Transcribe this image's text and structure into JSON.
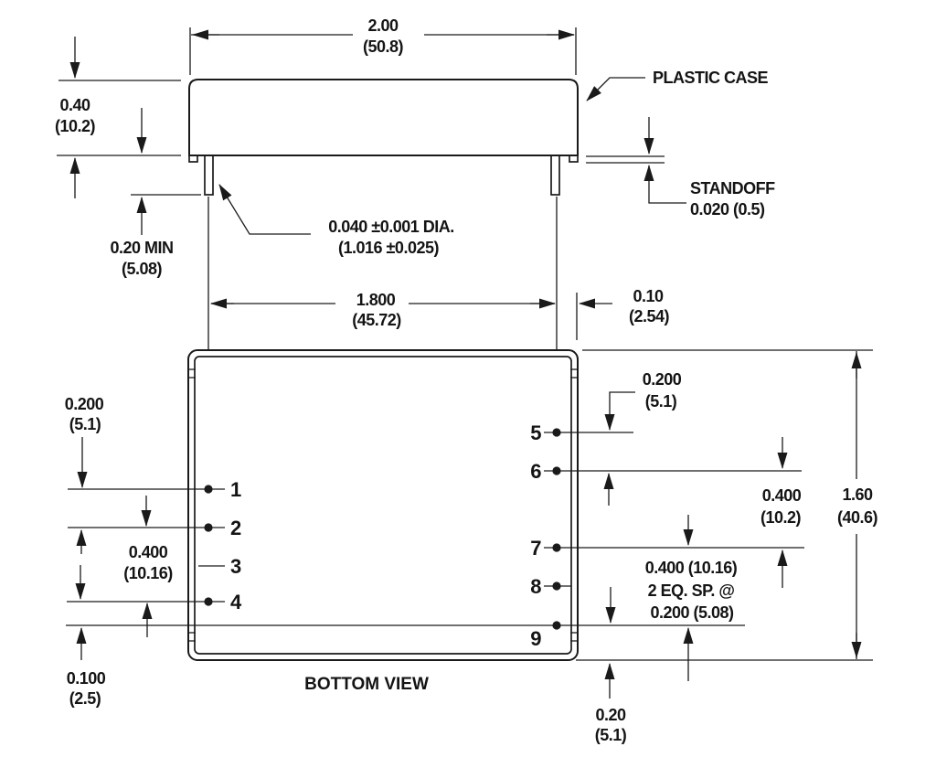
{
  "labels": {
    "plastic_case": "PLASTIC CASE",
    "standoff": "STANDOFF",
    "standoff_val": "0.020 (0.5)",
    "view": "BOTTOM VIEW"
  },
  "dims": {
    "case_width_in": "2.00",
    "case_width_mm": "(50.8)",
    "case_height_in": "0.40",
    "case_height_mm": "(10.2)",
    "lead_min_in": "0.20 MIN",
    "lead_min_mm": "(5.08)",
    "lead_dia_in": "0.040 ±0.001 DIA.",
    "lead_dia_mm": "(1.016 ±0.025)",
    "pin_span_in": "1.800",
    "pin_span_mm": "(45.72)",
    "edge_offset_in": "0.10",
    "edge_offset_mm": "(2.54)",
    "p12_in": "0.200",
    "p12_mm": "(5.1)",
    "p24_in": "0.400",
    "p24_mm": "(10.16)",
    "p49_in": "0.100",
    "p49_mm": "(2.5)",
    "p56_in": "0.200",
    "p56_mm": "(5.1)",
    "p67_in": "0.400",
    "p67_mm": "(10.2)",
    "body_len_in": "1.60",
    "body_len_mm": "(40.6)",
    "p79_l1": "0.400 (10.16)",
    "p79_l2": "2 EQ. SP. @",
    "p79_l3": "0.200 (5.08)",
    "p9_edge_in": "0.20",
    "p9_edge_mm": "(5.1)"
  },
  "pins": {
    "left": [
      "1",
      "2",
      "3",
      "4"
    ],
    "right": [
      "5",
      "6",
      "7",
      "8",
      "9"
    ]
  }
}
